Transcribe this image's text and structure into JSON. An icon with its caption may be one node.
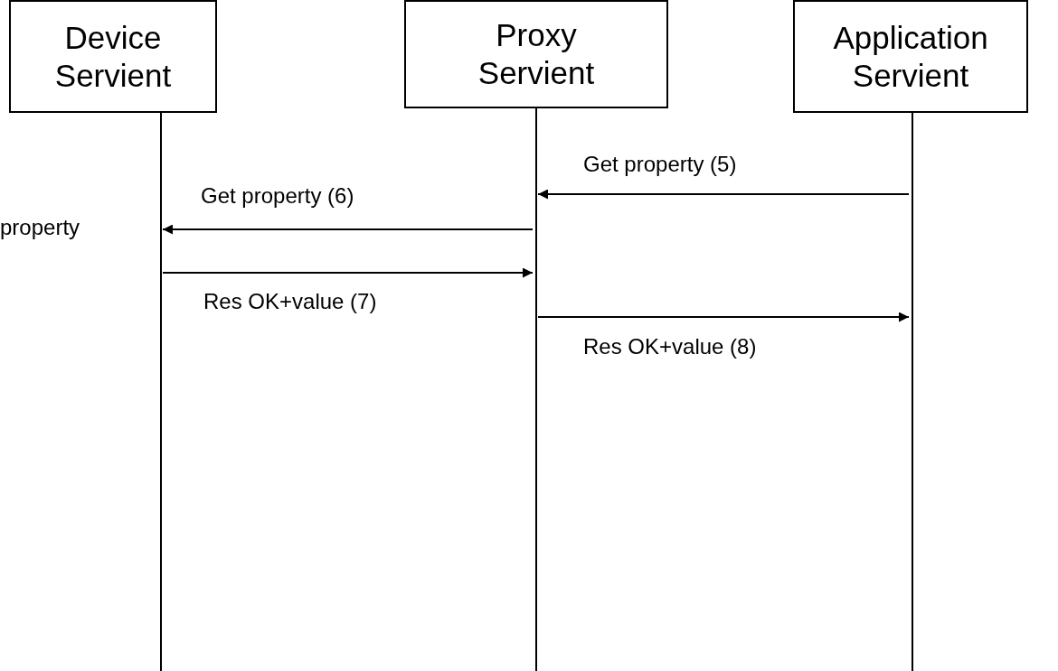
{
  "diagram": {
    "nodes": [
      {
        "text": [
          "Device Servient"
        ]
      },
      {
        "text": [
          "Proxy Servient"
        ]
      },
      {
        "text": [
          "Application Servient"
        ]
      }
    ],
    "edges": [
      {
        "from": 2,
        "to": 1,
        "arrow": "to",
        "label": "Get property (5)"
      },
      {
        "from": 1,
        "to": 0,
        "arrow": "to",
        "label": "Get property (6)"
      },
      {
        "from": 0,
        "to": 1,
        "arrow": "to",
        "label": "Res OK+value (7)"
      },
      {
        "from": 1,
        "to": 2,
        "arrow": "to",
        "label": "Res OK+value (8)"
      }
    ],
    "labels": [
      "property"
    ]
  }
}
